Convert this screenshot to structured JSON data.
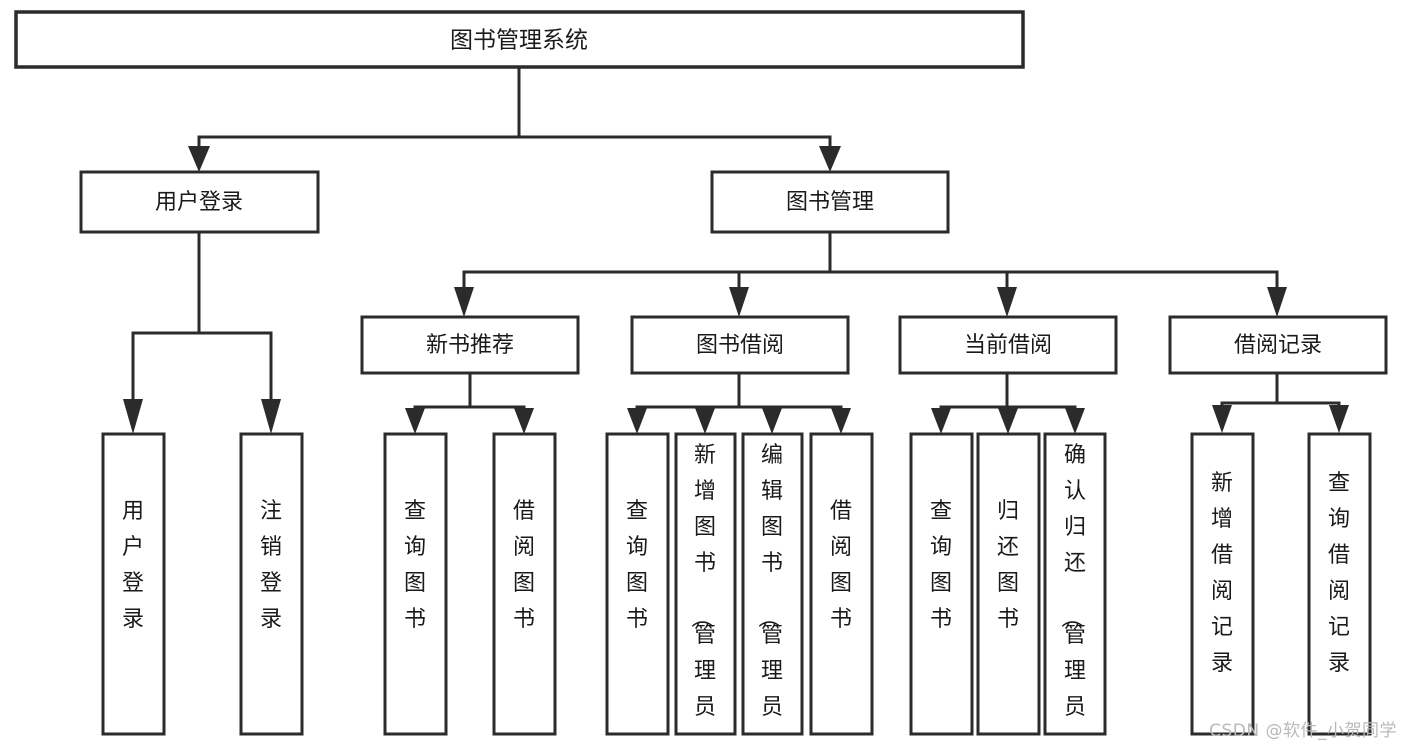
{
  "diagram": {
    "type": "tree-hierarchy-diagram",
    "title_node": {
      "id": "root",
      "label": "图书管理系统"
    },
    "level2": [
      {
        "id": "user-login",
        "label": "用户登录"
      },
      {
        "id": "book-management",
        "label": "图书管理"
      }
    ],
    "level3": [
      {
        "id": "new-book-recommend",
        "label": "新书推荐",
        "parent": "book-management"
      },
      {
        "id": "book-borrow",
        "label": "图书借阅",
        "parent": "book-management"
      },
      {
        "id": "current-borrow",
        "label": "当前借阅",
        "parent": "book-management"
      },
      {
        "id": "borrow-record",
        "label": "借阅记录",
        "parent": "book-management"
      }
    ],
    "leaves": [
      {
        "id": "leaf-user-login",
        "label": "用户登录",
        "parent": "user-login"
      },
      {
        "id": "leaf-logout-login",
        "label": "注销登录",
        "parent": "user-login"
      },
      {
        "id": "leaf-query-book-1",
        "label": "查询图书",
        "parent": "new-book-recommend"
      },
      {
        "id": "leaf-borrow-book-1",
        "label": "借阅图书",
        "parent": "new-book-recommend"
      },
      {
        "id": "leaf-query-book-2",
        "label": "查询图书",
        "parent": "book-borrow"
      },
      {
        "id": "leaf-add-book",
        "label": "新增图书（管理员）",
        "parent": "book-borrow"
      },
      {
        "id": "leaf-edit-book",
        "label": "编辑图书（管理员）",
        "parent": "book-borrow"
      },
      {
        "id": "leaf-borrow-book-2",
        "label": "借阅图书",
        "parent": "book-borrow"
      },
      {
        "id": "leaf-query-book-3",
        "label": "查询图书",
        "parent": "current-borrow"
      },
      {
        "id": "leaf-return-book",
        "label": "归还图书",
        "parent": "current-borrow"
      },
      {
        "id": "leaf-confirm-return",
        "label": "确认归还（管理员）",
        "parent": "current-borrow"
      },
      {
        "id": "leaf-add-record",
        "label": "新增借阅记录",
        "parent": "borrow-record"
      },
      {
        "id": "leaf-query-record",
        "label": "查询借阅记录",
        "parent": "borrow-record"
      }
    ],
    "colors": {
      "box_stroke": "#2b2b2b",
      "box_fill": "#ffffff",
      "connector": "#2b2b2b",
      "text": "#1a1a1a",
      "background": "#ffffff",
      "watermark": "#b9b9b9"
    }
  },
  "watermark": {
    "text": "CSDN @软件_小贺同学"
  }
}
